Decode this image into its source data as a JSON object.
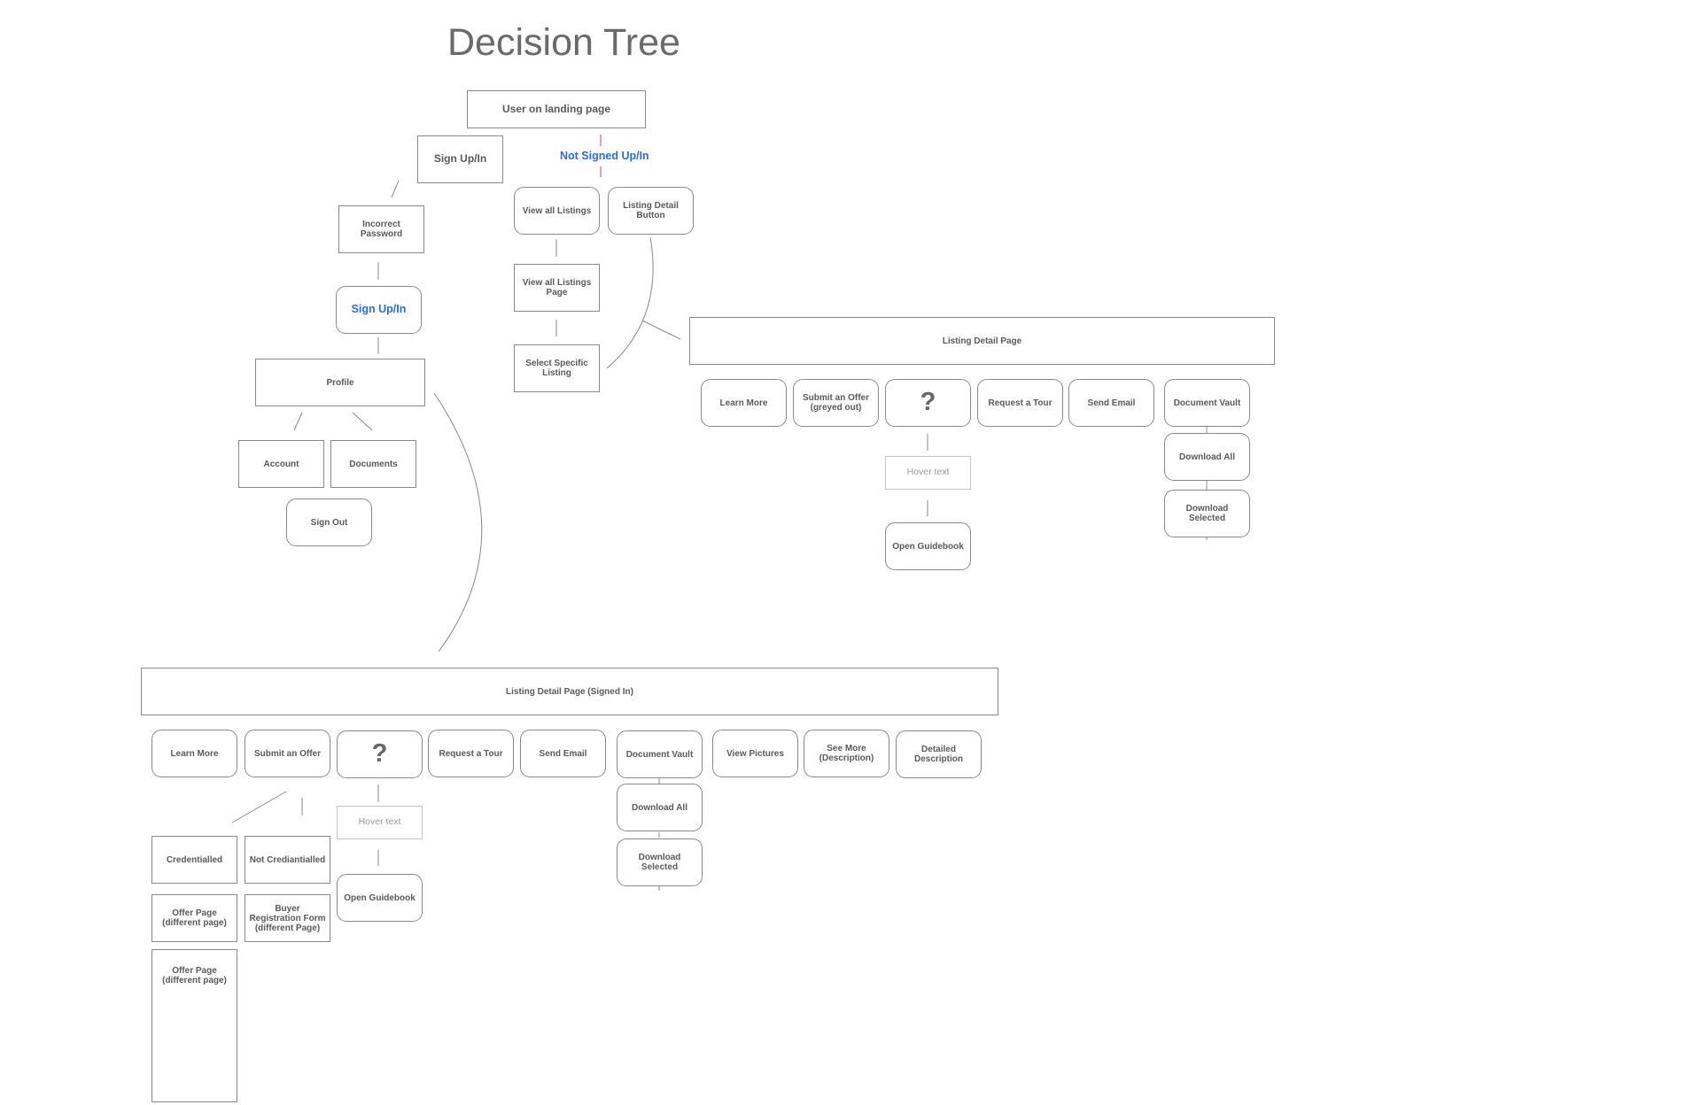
{
  "title": "Decision Tree",
  "nodes": {
    "landing": "User on landing page",
    "signup": "Sign Up/In",
    "not_signed": "Not Signed Up/In",
    "view_all": "View all Listings",
    "listing_detail_button": "Listing Detail Button",
    "incorrect_password": "Incorrect Password",
    "signup_again": "Sign Up/In",
    "view_all_page": "View all Listings Page",
    "select_specific": "Select Specific Listing",
    "profile": "Profile",
    "account": "Account",
    "documents": "Documents",
    "sign_out": "Sign Out"
  },
  "listing_detail": {
    "title": "Listing Detail Page",
    "learn_more": "Learn More",
    "submit_offer": "Submit an Offer (greyed out)",
    "question": "?",
    "request_tour": "Request a Tour",
    "send_email": "Send Email",
    "document_vault": "Document Vault",
    "download_all": "Download All",
    "download_selected": "Download Selected",
    "hover_text": "Hover text",
    "open_guidebook": "Open Guidebook"
  },
  "signed_in": {
    "title": "Listing Detail Page (Signed In)",
    "learn_more": "Learn More",
    "submit_offer": "Submit an Offer",
    "question": "?",
    "request_tour": "Request a Tour",
    "send_email": "Send Email",
    "document_vault": "Document Vault",
    "view_pictures": "View Pictures",
    "see_more": "See More (Description)",
    "detailed_description": "Detailed Description",
    "download_all": "Download All",
    "download_selected": "Download Selected",
    "hover_text": "Hover text",
    "open_guidebook": "Open Guidebook",
    "credentialled": "Credentialled",
    "not_credentialled": "Not Crediantialled",
    "offer_page_1": "Offer Page (different page)",
    "buyer_registration": "Buyer Registration Form (different Page)",
    "offer_page_2": "Offer Page (different page)"
  },
  "colors": {
    "accent_blue": "#2a6fd6",
    "connector_red": "#e0607a",
    "stroke": "#8a8a8a"
  }
}
